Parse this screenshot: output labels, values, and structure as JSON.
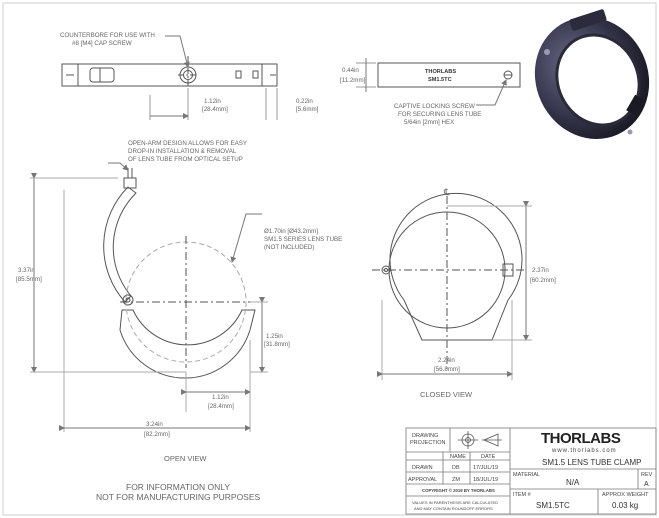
{
  "notes": {
    "counterbore_1": "COUNTERBORE FOR USE WITH",
    "counterbore_2": "#8 [M4] CAP SCREW",
    "captive_1": "CAPTIVE LOCKING SCREW",
    "captive_2": "FOR SECURING LENS TUBE",
    "captive_3": "5/64in [2mm] HEX",
    "open_arm_1": "OPEN-ARM DESIGN ALLOWS FOR EASY",
    "open_arm_2": "DROP-IN INSTALLATION & REMOVAL",
    "open_arm_3": "OF LENS TUBE FROM OPTICAL SETUP",
    "lens_1": "Ø1.70in [Ø43.2mm]",
    "lens_2": "SM1.5 SERIES LENS TUBE",
    "lens_3": "(NOT INCLUDED)",
    "info_1": "FOR INFORMATION ONLY",
    "info_2": "NOT FOR MANUFACTURING PURPOSES"
  },
  "dimensions": {
    "top_w_in": "1.12in",
    "top_w_mm": "[28.4mm]",
    "top_s_in": "0.22in",
    "top_s_mm": "[5.6mm]",
    "side_h_in": "0.44in",
    "side_h_mm": "[11.2mm]",
    "open_h_in": "3.37in",
    "open_h_mm": "[85.5mm]",
    "open_lh_in": "1.25in",
    "open_lh_mm": "[31.8mm]",
    "open_bw_in": "1.12in",
    "open_bw_mm": "[28.4mm]",
    "open_w_in": "3.24in",
    "open_w_mm": "[82.2mm]",
    "closed_h_in": "2.37in",
    "closed_h_mm": "[60.2mm]",
    "closed_w_in": "2.24in",
    "closed_w_mm": "[56.8mm]"
  },
  "views": {
    "open": "OPEN VIEW",
    "closed": "CLOSED VIEW",
    "centerline": "℄"
  },
  "part_marking": {
    "line1": "THORLABS",
    "line2": "SM1.5TC"
  },
  "title_block": {
    "drawing_projection_1": "DRAWING",
    "drawing_projection_2": "PROJECTION",
    "logo": "THORLABS",
    "website": "www.thorlabs.com",
    "title": "SM1.5 LENS TUBE CLAMP",
    "col_name": "NAME",
    "col_date": "DATE",
    "row_drawn": "DRAWN",
    "drawn_name": "DB",
    "drawn_date": "17/JUL/19",
    "row_approval": "APPROVAL",
    "approval_name": "ZM",
    "approval_date": "18/JUL/19",
    "copyright": "COPYRIGHT © 2019 BY THORLABS",
    "note_1": "VALUES IN PARENTHESIS ARE CALCULATED",
    "note_2": "AND MAY CONTAIN ROUNDOFF ERRORS",
    "material_label": "MATERIAL",
    "material": "N/A",
    "rev_label": "REV",
    "rev": "A",
    "item_label": "ITEM #",
    "item": "SM1.5TC",
    "weight_label": "APPROX WEIGHT",
    "weight": "0.03 kg"
  }
}
